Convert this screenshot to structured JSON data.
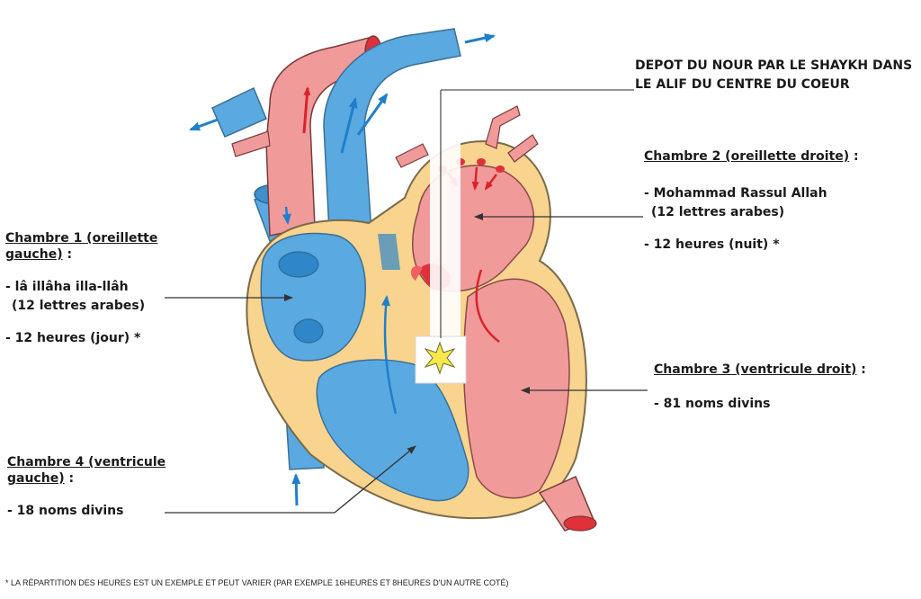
{
  "top_note": {
    "line1": "DEPOT DU NOUR PAR LE SHAYKH DANS",
    "line2": "LE ALIF DU CENTRE DU COEUR"
  },
  "chamber1": {
    "title_line1": "Chambre 1 (oreillette",
    "title_line2": "gauche)",
    "colon": " :",
    "item1": "- lâ illâha illa-llâh",
    "item1_sub": "(12 lettres arabes)",
    "item2": "- 12 heures (jour)",
    "star": "*"
  },
  "chamber2": {
    "title": "Chambre 2 (oreillette droite)",
    "colon": " :",
    "item1": "- Mohammad Rassul Allah",
    "item1_sub": "(12 lettres arabes)",
    "item2": "- 12 heures (nuit)",
    "star": "*"
  },
  "chamber3": {
    "title": "Chambre 3 (ventricule droit)",
    "colon": " :",
    "item1": "- 81 noms divins"
  },
  "chamber4": {
    "title_line1": "Chambre 4 (ventricule",
    "title_line2": "gauche)",
    "colon": " :",
    "item1": "- 18 noms divins"
  },
  "footnote": "* LA RÉPARTITION DES HEURES EST UN EXEMPLE ET PEUT VARIER (PAR EXEMPLE 16HEURES ET 8HEURES D'UN AUTRE COTÉ)",
  "colors": {
    "blue": "#5aa9e0",
    "blue_dark": "#2f86c8",
    "red": "#ef8585",
    "red_dark": "#e0303a",
    "shell": "#f9d48e",
    "arrow_blue": "#1e7fcc"
  }
}
